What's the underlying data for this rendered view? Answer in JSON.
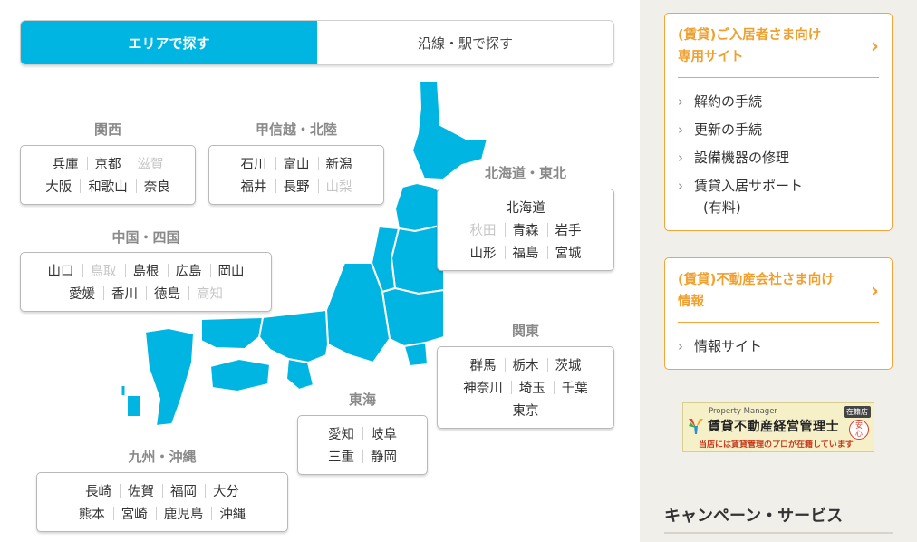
{
  "tabs": [
    {
      "label": "エリアで探す",
      "active": true
    },
    {
      "label": "沿線・駅で探す",
      "active": false
    }
  ],
  "regions": {
    "kansai": {
      "title": "関西",
      "rows": [
        [
          {
            "name": "兵庫",
            "enabled": true
          },
          {
            "name": "京都",
            "enabled": true
          },
          {
            "name": "滋賀",
            "enabled": false
          }
        ],
        [
          {
            "name": "大阪",
            "enabled": true
          },
          {
            "name": "和歌山",
            "enabled": true
          },
          {
            "name": "奈良",
            "enabled": true
          }
        ]
      ]
    },
    "koshinetsu": {
      "title": "甲信越・北陸",
      "rows": [
        [
          {
            "name": "石川",
            "enabled": true
          },
          {
            "name": "富山",
            "enabled": true
          },
          {
            "name": "新潟",
            "enabled": true
          }
        ],
        [
          {
            "name": "福井",
            "enabled": true
          },
          {
            "name": "長野",
            "enabled": true
          },
          {
            "name": "山梨",
            "enabled": false
          }
        ]
      ]
    },
    "hokkaido": {
      "title": "北海道・東北",
      "rows": [
        [
          {
            "name": "北海道",
            "enabled": true
          }
        ],
        [
          {
            "name": "秋田",
            "enabled": false
          },
          {
            "name": "青森",
            "enabled": true
          },
          {
            "name": "岩手",
            "enabled": true
          }
        ],
        [
          {
            "name": "山形",
            "enabled": true
          },
          {
            "name": "福島",
            "enabled": true
          },
          {
            "name": "宮城",
            "enabled": true
          }
        ]
      ]
    },
    "chugoku": {
      "title": "中国・四国",
      "rows": [
        [
          {
            "name": "山口",
            "enabled": true
          },
          {
            "name": "鳥取",
            "enabled": false
          },
          {
            "name": "島根",
            "enabled": true
          },
          {
            "name": "広島",
            "enabled": true
          },
          {
            "name": "岡山",
            "enabled": true
          }
        ],
        [
          {
            "name": "愛媛",
            "enabled": true
          },
          {
            "name": "香川",
            "enabled": true
          },
          {
            "name": "徳島",
            "enabled": true
          },
          {
            "name": "高知",
            "enabled": false
          }
        ]
      ]
    },
    "kanto": {
      "title": "関東",
      "rows": [
        [
          {
            "name": "群馬",
            "enabled": true
          },
          {
            "name": "栃木",
            "enabled": true
          },
          {
            "name": "茨城",
            "enabled": true
          }
        ],
        [
          {
            "name": "神奈川",
            "enabled": true
          },
          {
            "name": "埼玉",
            "enabled": true
          },
          {
            "name": "千葉",
            "enabled": true
          }
        ],
        [
          {
            "name": "東京",
            "enabled": true
          }
        ]
      ]
    },
    "tokai": {
      "title": "東海",
      "rows": [
        [
          {
            "name": "愛知",
            "enabled": true
          },
          {
            "name": "岐阜",
            "enabled": true
          }
        ],
        [
          {
            "name": "三重",
            "enabled": true
          },
          {
            "name": "静岡",
            "enabled": true
          }
        ]
      ]
    },
    "kyushu": {
      "title": "九州・沖縄",
      "rows": [
        [
          {
            "name": "長崎",
            "enabled": true
          },
          {
            "name": "佐賀",
            "enabled": true
          },
          {
            "name": "福岡",
            "enabled": true
          },
          {
            "name": "大分",
            "enabled": true
          }
        ],
        [
          {
            "name": "熊本",
            "enabled": true
          },
          {
            "name": "宮崎",
            "enabled": true
          },
          {
            "name": "鹿児島",
            "enabled": true
          },
          {
            "name": "沖縄",
            "enabled": true
          }
        ]
      ]
    }
  },
  "sidebar": {
    "resident_card": {
      "title_line1": "(賃貸)ご入居者さま向け",
      "title_line2": "専用サイト",
      "items": [
        "解約の手続",
        "更新の手続",
        "設備機器の修理",
        "賃貸入居サポート"
      ],
      "item4_note": "(有料)"
    },
    "agent_card": {
      "title_line1": "(賃貸)不動産会社さま向け",
      "title_line2": "情報",
      "items": [
        "情報サイト"
      ]
    },
    "banner": {
      "header": "Property Manager",
      "tag": "在籍店",
      "name": "賃貸不動産経営管理士",
      "seal_top": "安",
      "seal_bottom": "心",
      "desc": "当店には賃貸管理のプロが在籍しています"
    },
    "section_heading": "キャンペーン・サービス"
  },
  "colors": {
    "accent_blue": "#00b5e2",
    "accent_orange": "#f0a02f",
    "disabled_text": "#c6c6c6",
    "sidebar_bg": "#f1efe9"
  }
}
